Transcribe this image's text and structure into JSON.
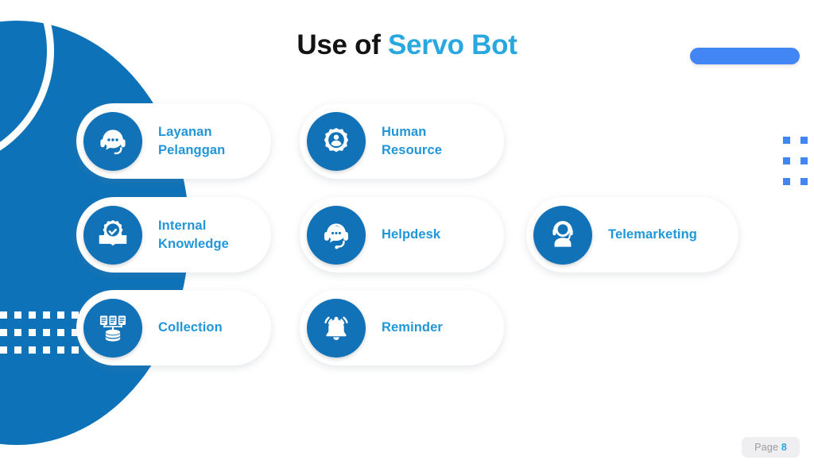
{
  "slide": {
    "title_plain": "Use of ",
    "title_accent": "Servo Bot",
    "page_label": "Page",
    "page_number": "8"
  },
  "colors": {
    "brand_blue": "#0E72B8",
    "icon_blue": "#1272B8",
    "accent_cyan": "#29A8E0",
    "label_blue": "#2196D8",
    "bar_blue": "#4285F4",
    "title_black": "#131313",
    "pill_gray": "#EFEFF1",
    "page_text_gray": "#9A9AA2",
    "card_white": "#FFFFFF"
  },
  "cards": [
    {
      "label": "Layanan\nPelanggan",
      "icon": "chat-headset-icon"
    },
    {
      "label": "Human\nResource",
      "icon": "gear-person-icon"
    },
    {
      "label": "Internal\nKnowledge",
      "icon": "book-gear-check-icon"
    },
    {
      "label": "Helpdesk",
      "icon": "headset-chat-icon"
    },
    {
      "label": "Telemarketing",
      "icon": "person-headset-icon"
    },
    {
      "label": "Collection",
      "icon": "database-documents-icon"
    },
    {
      "label": "Reminder",
      "icon": "ringing-bell-icon"
    }
  ],
  "decorations": {
    "top_bar": "blue-pill-bar",
    "left_dots_rows": 3,
    "left_dots_cols": 7,
    "right_dots_rows": 3,
    "right_dots_cols": 2
  }
}
